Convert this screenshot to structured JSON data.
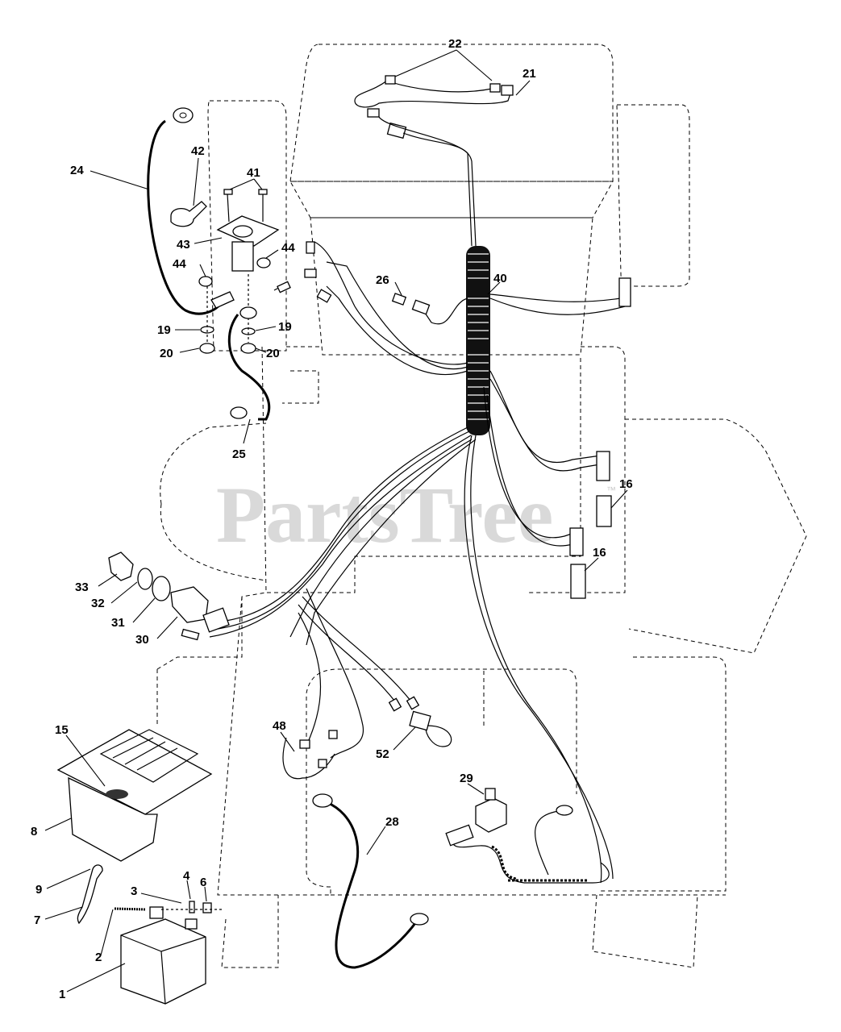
{
  "watermark": {
    "text": "PartsTree",
    "mark": "™"
  },
  "callouts": [
    {
      "id": "c22",
      "label": "22"
    },
    {
      "id": "c21",
      "label": "21"
    },
    {
      "id": "c42",
      "label": "42"
    },
    {
      "id": "c24",
      "label": "24"
    },
    {
      "id": "c41",
      "label": "41"
    },
    {
      "id": "c43",
      "label": "43"
    },
    {
      "id": "c44a",
      "label": "44"
    },
    {
      "id": "c44b",
      "label": "44"
    },
    {
      "id": "c26",
      "label": "26"
    },
    {
      "id": "c40",
      "label": "40"
    },
    {
      "id": "c19a",
      "label": "19"
    },
    {
      "id": "c19b",
      "label": "19"
    },
    {
      "id": "c20a",
      "label": "20"
    },
    {
      "id": "c20b",
      "label": "20"
    },
    {
      "id": "c25",
      "label": "25"
    },
    {
      "id": "c16a",
      "label": "16"
    },
    {
      "id": "c16b",
      "label": "16"
    },
    {
      "id": "c33",
      "label": "33"
    },
    {
      "id": "c32",
      "label": "32"
    },
    {
      "id": "c31",
      "label": "31"
    },
    {
      "id": "c30",
      "label": "30"
    },
    {
      "id": "c15",
      "label": "15"
    },
    {
      "id": "c48",
      "label": "48"
    },
    {
      "id": "c52",
      "label": "52"
    },
    {
      "id": "c29",
      "label": "29"
    },
    {
      "id": "c8",
      "label": "8"
    },
    {
      "id": "c28",
      "label": "28"
    },
    {
      "id": "c9",
      "label": "9"
    },
    {
      "id": "c4",
      "label": "4"
    },
    {
      "id": "c6",
      "label": "6"
    },
    {
      "id": "c3",
      "label": "3"
    },
    {
      "id": "c7",
      "label": "7"
    },
    {
      "id": "c2",
      "label": "2"
    },
    {
      "id": "c1",
      "label": "1"
    }
  ]
}
